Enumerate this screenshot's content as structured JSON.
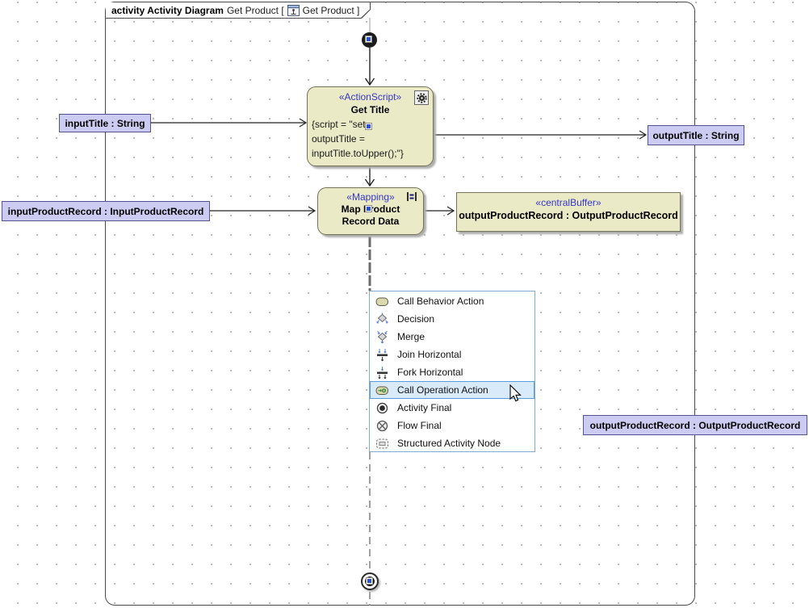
{
  "header": {
    "keyword_and_kind": "activity Activity Diagram",
    "context_open": "Get Product [",
    "context_close": "Get Product ]"
  },
  "nodes": {
    "get_title": {
      "stereotype": "«ActionScript»",
      "name": "Get Title",
      "script_lines": [
        "{script = \"set",
        "outputTitle =",
        "inputTitle.toUpper();\"}"
      ]
    },
    "mapping": {
      "stereotype": "«Mapping»",
      "name_line1": "Map Product",
      "name_line2": "Record Data"
    },
    "central_buffer": {
      "stereotype": "«centralBuffer»",
      "name": "outputProductRecord : OutputProductRecord"
    }
  },
  "pins": {
    "input_title": "inputTitle : String",
    "output_title": "outputTitle : String",
    "input_product_record": "inputProductRecord : InputProductRecord",
    "output_product_record": "outputProductRecord : OutputProductRecord"
  },
  "menu": {
    "items": [
      {
        "label": "Call Behavior Action",
        "icon": "call-behavior-action-icon"
      },
      {
        "label": "Decision",
        "icon": "decision-icon"
      },
      {
        "label": "Merge",
        "icon": "merge-icon"
      },
      {
        "label": "Join Horizontal",
        "icon": "join-horizontal-icon"
      },
      {
        "label": "Fork Horizontal",
        "icon": "fork-horizontal-icon"
      },
      {
        "label": "Call Operation Action",
        "icon": "call-operation-action-icon",
        "highlighted": true
      },
      {
        "label": "Activity Final",
        "icon": "activity-final-icon"
      },
      {
        "label": "Flow Final",
        "icon": "flow-final-icon"
      },
      {
        "label": "Structured Activity Node",
        "icon": "structured-activity-node-icon"
      }
    ]
  },
  "colors": {
    "node_fill": "#eaeac7",
    "node_border": "#73735a",
    "pin_fill": "#ccccf2",
    "pin_border": "#52528f",
    "stereo": "#3636c8",
    "menu_border": "#82aacc",
    "menu_hl_fill": "#d9eafb",
    "menu_hl_border": "#569de0"
  }
}
